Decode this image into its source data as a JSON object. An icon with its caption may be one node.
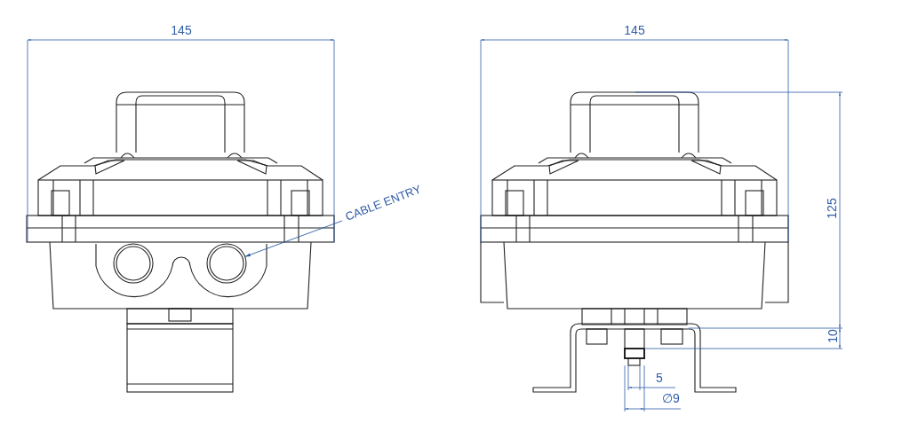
{
  "diagram": {
    "nodes": [
      {
        "text": [
          "CABLE ENTRY"
        ]
      },
      {
        "text": [],
        "shape": "circle"
      }
    ],
    "edges": [
      {
        "from": 0,
        "to": 1,
        "arrow": "to"
      }
    ],
    "labels": [
      "145",
      "145",
      "125",
      "10",
      "5",
      "∅9"
    ]
  }
}
